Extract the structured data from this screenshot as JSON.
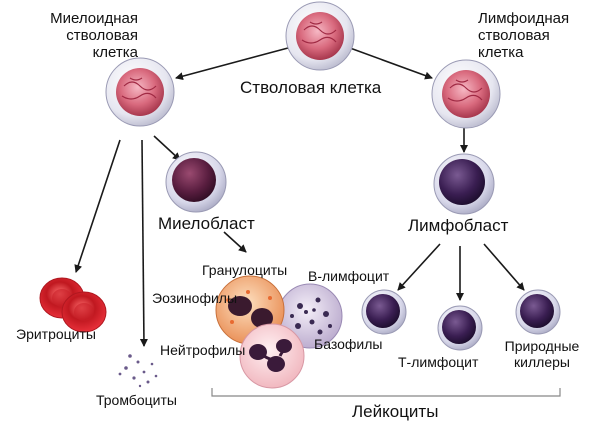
{
  "labels": {
    "myeloid": [
      "Миелоидная",
      "стволовая",
      "клетка"
    ],
    "lymphoid": [
      "Лимфоидная",
      "стволовая",
      "клетка"
    ],
    "stem": "Стволовая клетка",
    "myeloblast": "Миелобласт",
    "lymphoblast": "Лимфобласт",
    "granulocytes": "Гранулоциты",
    "eosinophils": "Эозинофилы",
    "neutrophils": "Нейтрофилы",
    "basophils": "Базофилы",
    "b_lymphocyte": "B-лимфоцит",
    "t_lymphocyte": "Т-лимфоцит",
    "nk": [
      "Природные",
      "киллеры"
    ],
    "erythrocytes": "Эритроциты",
    "platelets": "Тромбоциты",
    "leukocytes": "Лейкоциты"
  },
  "colors": {
    "arrow": "#1a1a1a",
    "stem_outer": "#dcdcec",
    "stem_inner": "#d96a7e",
    "blast_nucleus": "#4a1a3a",
    "lymph_nucleus": "#2a1a3e",
    "erythrocyte": "#e0303a",
    "neutrophil": "#f6c6cc",
    "eosinophil": "#f0a070",
    "basophil": "#c8b8d8",
    "bracket": "#888888"
  }
}
